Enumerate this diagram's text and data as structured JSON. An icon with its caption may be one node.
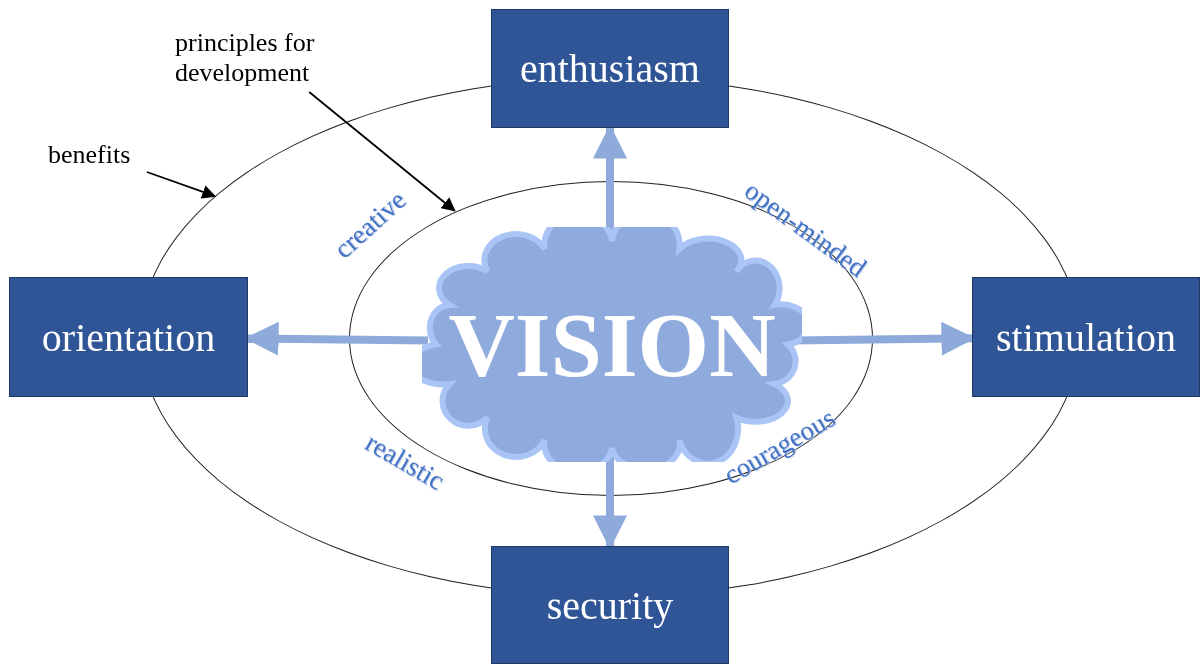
{
  "diagram": {
    "nodes": [
      {
        "text": [
          "principles for development"
        ]
      },
      {
        "text": [
          "enthusiasm"
        ]
      },
      {
        "text": [
          "benefits"
        ]
      },
      {
        "text": [],
        "shape": "ellipse"
      },
      {
        "text": [],
        "shape": "ellipse",
        "in": 3
      },
      {
        "text": [
          "VISION"
        ],
        "in": 4
      },
      {
        "text": [
          "orientation"
        ]
      },
      {
        "text": [
          "stimulation"
        ]
      },
      {
        "text": [
          "security"
        ]
      }
    ],
    "edges": [
      {
        "from": 0,
        "to": 4,
        "arrow": "to",
        "color": "#000000"
      },
      {
        "from": 2,
        "to": 3,
        "arrow": "to",
        "color": "#000000"
      },
      {
        "from": 5,
        "to": 1,
        "arrow": "to"
      },
      {
        "from": 5,
        "to": 6,
        "arrow": "to"
      },
      {
        "from": 5,
        "to": 7,
        "arrow": "to"
      },
      {
        "from": 5,
        "to": 8,
        "arrow": "to"
      }
    ],
    "labels": [
      "creative",
      "open-minded",
      "realistic",
      "courageous"
    ]
  }
}
